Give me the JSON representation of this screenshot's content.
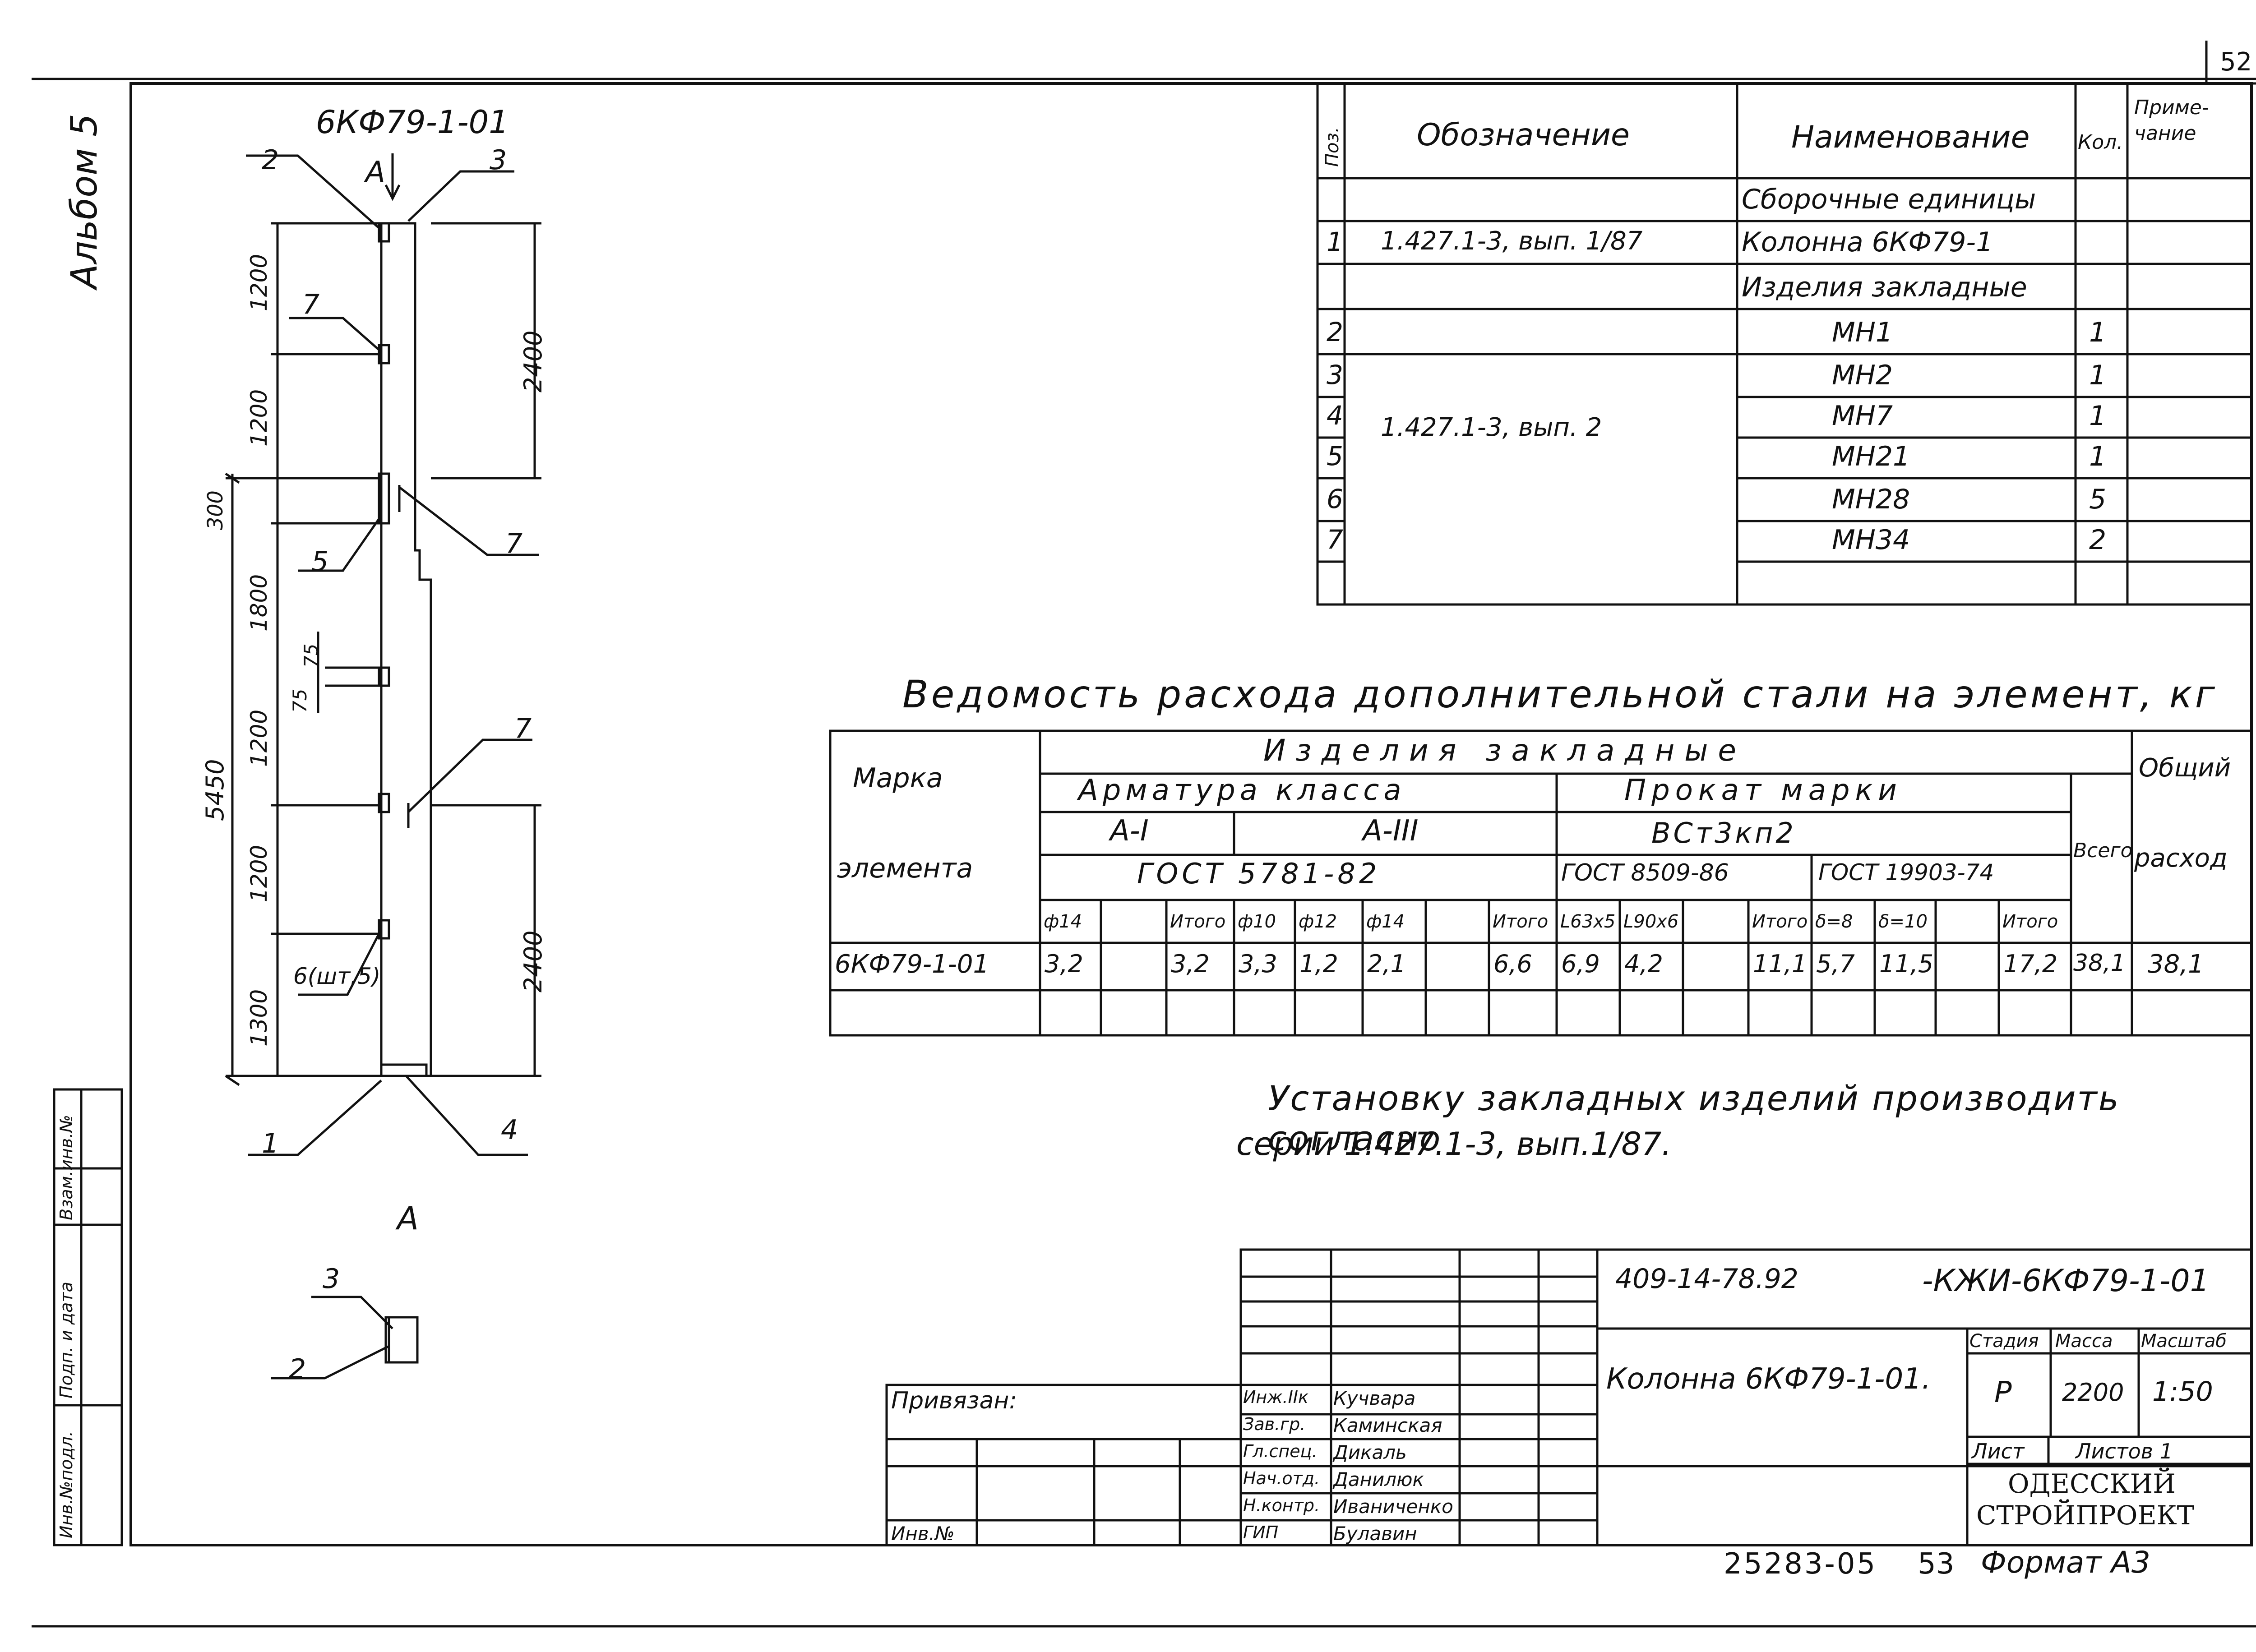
{
  "page_number": "52",
  "album_label": "Альбом 5",
  "drawing": {
    "element_mark": "6КФ79-1-01",
    "section_mark": "А",
    "section_view_label": "А",
    "position_callouts": [
      "1",
      "2",
      "3",
      "4",
      "5",
      "6",
      "7",
      "7",
      "6(шт.5)",
      "2",
      "3"
    ],
    "dimensions_left": [
      "1200",
      "1200",
      "300",
      "1800",
      "75",
      "75",
      "1200",
      "1200",
      "1300"
    ],
    "dimension_total": "5450",
    "dimensions_right": [
      "2400",
      "2400"
    ]
  },
  "spec_table": {
    "headers": {
      "pos": "Поз.",
      "designation": "Обозначение",
      "name": "Наименование",
      "qty": "Кол.",
      "note": "Приме-\nчание"
    },
    "rows": [
      {
        "pos": "",
        "designation": "",
        "name": "Сборочные единицы",
        "qty": "",
        "note": ""
      },
      {
        "pos": "1",
        "designation": "1.427.1-3, вып. 1/87",
        "name": "Колонна 6КФ79-1",
        "qty": "",
        "note": ""
      },
      {
        "pos": "",
        "designation": "",
        "name": "Изделия закладные",
        "qty": "",
        "note": ""
      },
      {
        "pos": "2",
        "designation": "",
        "name": "МН1",
        "qty": "1",
        "note": ""
      },
      {
        "pos": "3",
        "designation": "",
        "name": "МН2",
        "qty": "1",
        "note": ""
      },
      {
        "pos": "4",
        "designation": "1.427.1-3, вып. 2",
        "name": "МН7",
        "qty": "1",
        "note": ""
      },
      {
        "pos": "5",
        "designation": "",
        "name": "МН21",
        "qty": "1",
        "note": ""
      },
      {
        "pos": "6",
        "designation": "",
        "name": "МН28",
        "qty": "5",
        "note": ""
      },
      {
        "pos": "7",
        "designation": "",
        "name": "МН34",
        "qty": "2",
        "note": ""
      }
    ]
  },
  "steel_table": {
    "title": "Ведомость расхода дополнительной стали на элемент, кг",
    "mark_header_1": "Марка",
    "mark_header_2": "элемента",
    "embedded": "Изделия закладные",
    "rebar_class": "Арматура класса",
    "rolled_grade": "Прокат марки",
    "class_a1": "А-I",
    "class_a3": "А-III",
    "steel_grade": "ВСт3кп2",
    "gost_rebar": "ГОСТ 5781-82",
    "gost_rolled_1": "ГОСТ 8509-86",
    "gost_rolled_2": "ГОСТ 19903-74",
    "total_header": "Всего",
    "overall_header_1": "Общий",
    "overall_header_2": "расход",
    "sub_headers": [
      "ф14",
      "",
      "Итого",
      "ф10",
      "ф12",
      "ф14",
      "",
      "Итого",
      "L63х5",
      "L90х6",
      "",
      "Итого",
      "δ=8",
      "δ=10",
      "",
      "Итого"
    ],
    "row": {
      "mark": "6КФ79-1-01",
      "values": [
        "3,2",
        "",
        "3,2",
        "3,3",
        "1,2",
        "2,1",
        "",
        "6,6",
        "6,9",
        "4,2",
        "",
        "11,1",
        "5,7",
        "11,5",
        "",
        "17,2"
      ],
      "total": "38,1",
      "overall": "38,1"
    }
  },
  "note_text_1": "Установку закладных изделий производить согласно",
  "note_text_2": "серии 1.427.1-3, вып.1/87.",
  "title_block": {
    "doc_code": "409-14-78.92",
    "doc_suffix": "-КЖИ-6КФ79-1-01",
    "title": "Колонна 6КФ79-1-01.",
    "stage_label": "Стадия",
    "mass_label": "Масса",
    "scale_label": "Масштаб",
    "stage": "Р",
    "mass": "2200",
    "scale": "1:50",
    "sheet_label": "Лист",
    "sheets_label": "Листов 1",
    "org_line1": "ОДЕССКИЙ",
    "org_line2": "СТРОЙПРОЕКТ",
    "bound_label": "Привязан:",
    "inv_label": "Инв.№",
    "signers": [
      {
        "role": "Инж.IIк",
        "name": "Кучвара"
      },
      {
        "role": "Зав.гр.",
        "name": "Каминская"
      },
      {
        "role": "Гл.спец.",
        "name": "Дикаль"
      },
      {
        "role": "Нач.отд.",
        "name": "Данилюк"
      },
      {
        "role": "Н.контр.",
        "name": "Иваниченко"
      },
      {
        "role": "ГИП",
        "name": "Булавин"
      }
    ]
  },
  "side_stamp": [
    "Инв.№подл.",
    "Подп. и дата",
    "Взам.инв.№"
  ],
  "footer": {
    "archive_no": "25283-05",
    "sheet_seq": "53",
    "format": "Формат А3"
  }
}
